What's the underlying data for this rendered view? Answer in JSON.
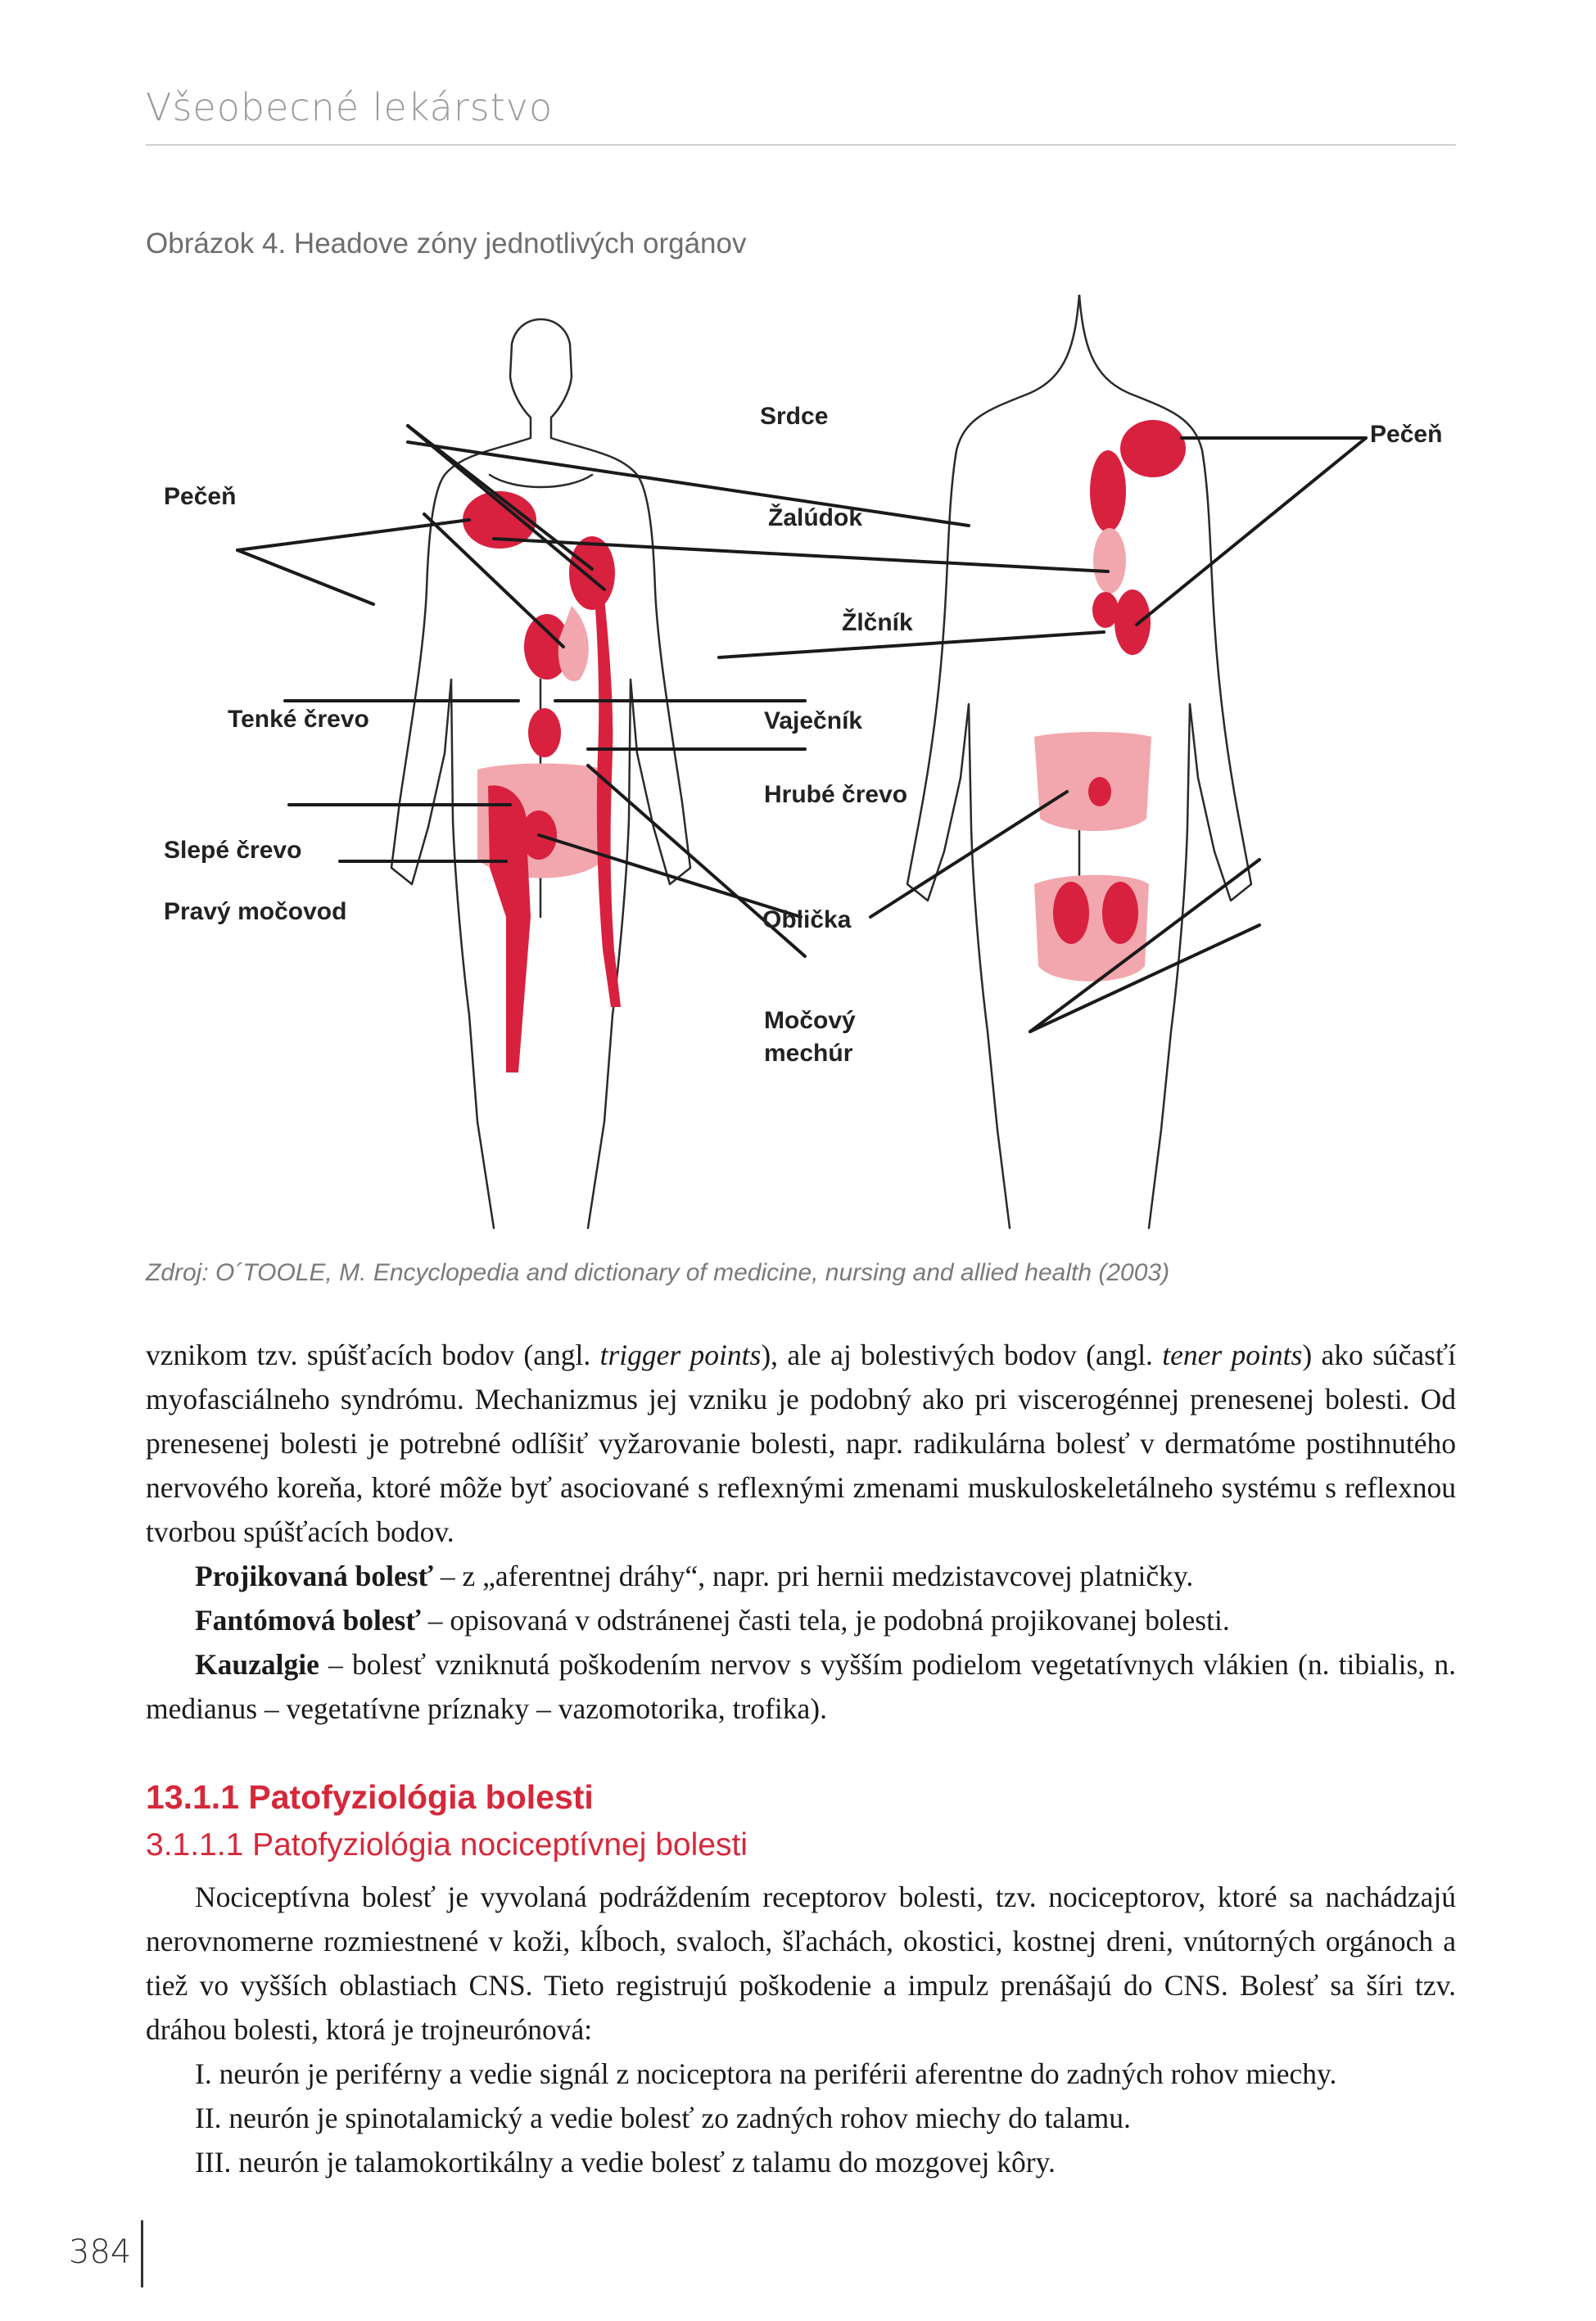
{
  "running_head": "Všeobecné lekárstvo",
  "figure": {
    "caption": "Obrázok 4. Headove zóny jednotlivých orgánov",
    "source": "Zdroj: O´TOOLE, M. Encyclopedia and dictionary of medicine, nursing and allied health (2003)",
    "labels": {
      "pecen_front": "Pečeň",
      "srdce": "Srdce",
      "zaludok": "Žalúdok",
      "zlcnik": "Žlčník",
      "tenke_crevo": "Tenké črevo",
      "vajecnik": "Vaječník",
      "hrube_crevo": "Hrubé črevo",
      "slepe_crevo": "Slepé črevo",
      "obliecka": "Oblička",
      "pravy_mocovod": "Pravý močovod",
      "mocovy_1": "Močový",
      "mocovy_2": "mechúr",
      "pecen_back": "Pečeň"
    },
    "colors": {
      "zone_dark": "#d8213f",
      "zone_light": "#f1a7ad"
    }
  },
  "text1": {
    "p1_a": "vznikom tzv. spúšťacích bodov (angl. ",
    "p1_i1": "trigger points",
    "p1_b": "), ale aj bolestivých bodov (angl. ",
    "p1_i2": "tener points",
    "p1_c": ") ako súčasťí myofasciálneho syndrómu. Mechanizmus jej vzniku je podobný ako pri viscerogénnej prenesenej bolesti. Od prenesenej bolesti je potrebné odlíšiť vyžarovanie bolesti, napr. radikulárna bolesť v dermatóme postihnutého nervového koreňa, ktoré môže byť asociované s reflexnými zmenami muskuloskeletálneho systému s reflexnou tvorbou spúšťacích bodov.",
    "p2_b": "Projikovaná bolesť",
    "p2_t": " – z „aferentnej dráhy“, napr. pri hernii medzistavcovej platničky.",
    "p3_b": "Fantómová bolesť",
    "p3_t": " – opisovaná v odstránenej časti tela, je podobná projikovanej bolesti.",
    "p4_b": "Kauzalgie",
    "p4_t": " – bolesť vzniknutá poškodením nervov s vyšším podielom vegetatívnych vlákien (n. tibialis, n. medianus – vegetatívne príznaky – vazomotorika, trofika)."
  },
  "section": {
    "heading": "13.1.1  Patofyziológia bolesti",
    "subheading": "3.1.1.1 Patofyziológia nociceptívnej bolesti"
  },
  "text2": {
    "p1": "Nociceptívna bolesť je vyvolaná podráždením receptorov bolesti, tzv. nociceptorov, ktoré sa nachádzajú nerovnomerne rozmiestnené v koži, kĺboch, svaloch, šľachách, okostici, kostnej dreni, vnútorných orgánoch a tiež vo vyšších oblastiach CNS. Tieto registrujú poškodenie a impulz prenášajú do CNS. Bolesť sa šíri tzv. dráhou bolesti, ktorá je trojneurónová:",
    "p2": "I. neurón je periférny a vedie signál z nociceptora na periférii aferentne do zadných rohov miechy.",
    "p3": "II. neurón je spinotalamický a vedie bolesť zo zadných rohov miechy do talamu.",
    "p4": "III. neurón je talamokortikálny a vedie bolesť z talamu do mozgovej kôry."
  },
  "page_number": "384"
}
